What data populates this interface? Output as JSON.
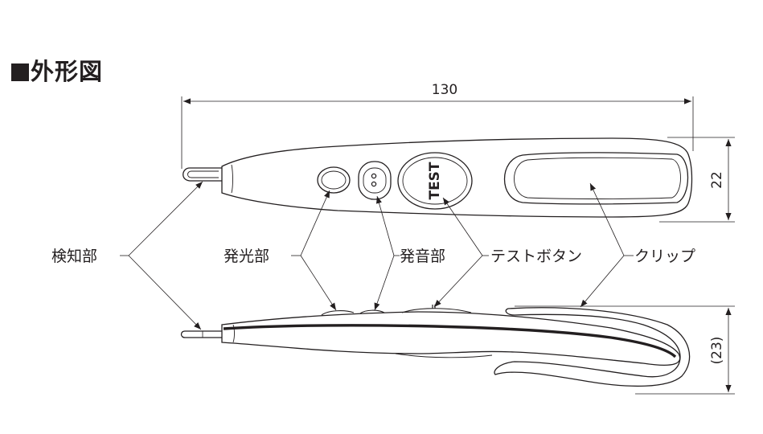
{
  "title": "外形図",
  "dimensions": {
    "length": "130",
    "width": "22",
    "depth": "(23)"
  },
  "labels": {
    "detector": "検知部",
    "light": "発光部",
    "sound": "発音部",
    "test_button": "テストボタン",
    "clip": "クリップ"
  },
  "button_text": "TEST",
  "colors": {
    "line": "#231f20",
    "background": "#ffffff"
  }
}
